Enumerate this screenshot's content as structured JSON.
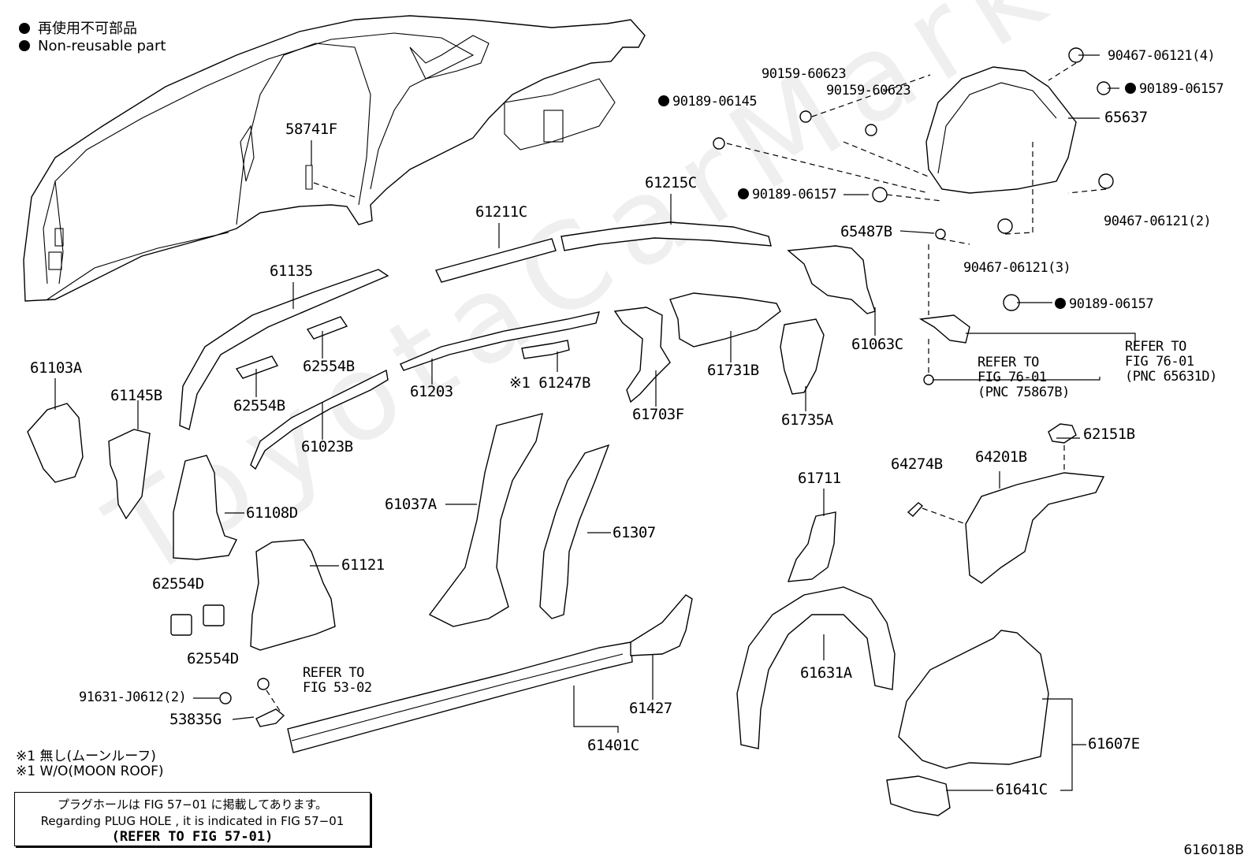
{
  "legend": {
    "jp": "再使用不可部品",
    "en": "Non-reusable part"
  },
  "watermark": "ToyotaCarMarket",
  "labels": {
    "p58741F": "58741F",
    "p61211C": "61211C",
    "p61215C": "61215C",
    "p61135": "61135",
    "p62554B_a": "62554B",
    "p62554B_b": "62554B",
    "p61103A": "61103A",
    "p61145B": "61145B",
    "p61203": "61203",
    "p61247B": "※1 61247B",
    "p61023B": "61023B",
    "p61703F": "61703F",
    "p61731B": "61731B",
    "p61735A": "61735A",
    "p61063C": "61063C",
    "p61108D": "61108D",
    "p61037A": "61037A",
    "p61307": "61307",
    "p61121": "61121",
    "p62554D_a": "62554D",
    "p62554D_b": "62554D",
    "p61711": "61711",
    "p61631A": "61631A",
    "p61427": "61427",
    "p61401C": "61401C",
    "p53835G": "53835G",
    "p91631": "91631-J0612(2)",
    "refer5302_a": "REFER TO",
    "refer5302_b": "FIG 53-02",
    "p90189_06145": "90189-06145",
    "p90159_a": "90159-60623",
    "p90159_b": "90159-60623",
    "p90467_4": "90467-06121(4)",
    "p90189_06157_a": "90189-06157",
    "p65637": "65637",
    "p90189_06157_b": "90189-06157",
    "p90467_2": "90467-06121(2)",
    "p65487B": "65487B",
    "p90467_3": "90467-06121(3)",
    "p90189_06157_c": "90189-06157",
    "refer7601_a1": "REFER TO",
    "refer7601_a2": "FIG 76-01",
    "refer7601_a3": "(PNC 75867B)",
    "refer7601_b1": "REFER TO",
    "refer7601_b2": "FIG 76-01",
    "refer7601_b3": "(PNC 65631D)",
    "p62151B": "62151B",
    "p64274B": "64274B",
    "p64201B": "64201B",
    "p61607E": "61607E",
    "p61641C": "61641C"
  },
  "notes": {
    "jp": "※1 無し(ムーンルーフ)",
    "en": "※1 W/O(MOON ROOF)"
  },
  "plug_hole": {
    "jp": "プラグホールは FIG 57−01 に掲載してあります。",
    "en": "Regarding  PLUG  HOLE , it is indicated in FIG  57−01",
    "ref": "(REFER TO FIG 57-01)"
  },
  "figure_id": "616018B"
}
